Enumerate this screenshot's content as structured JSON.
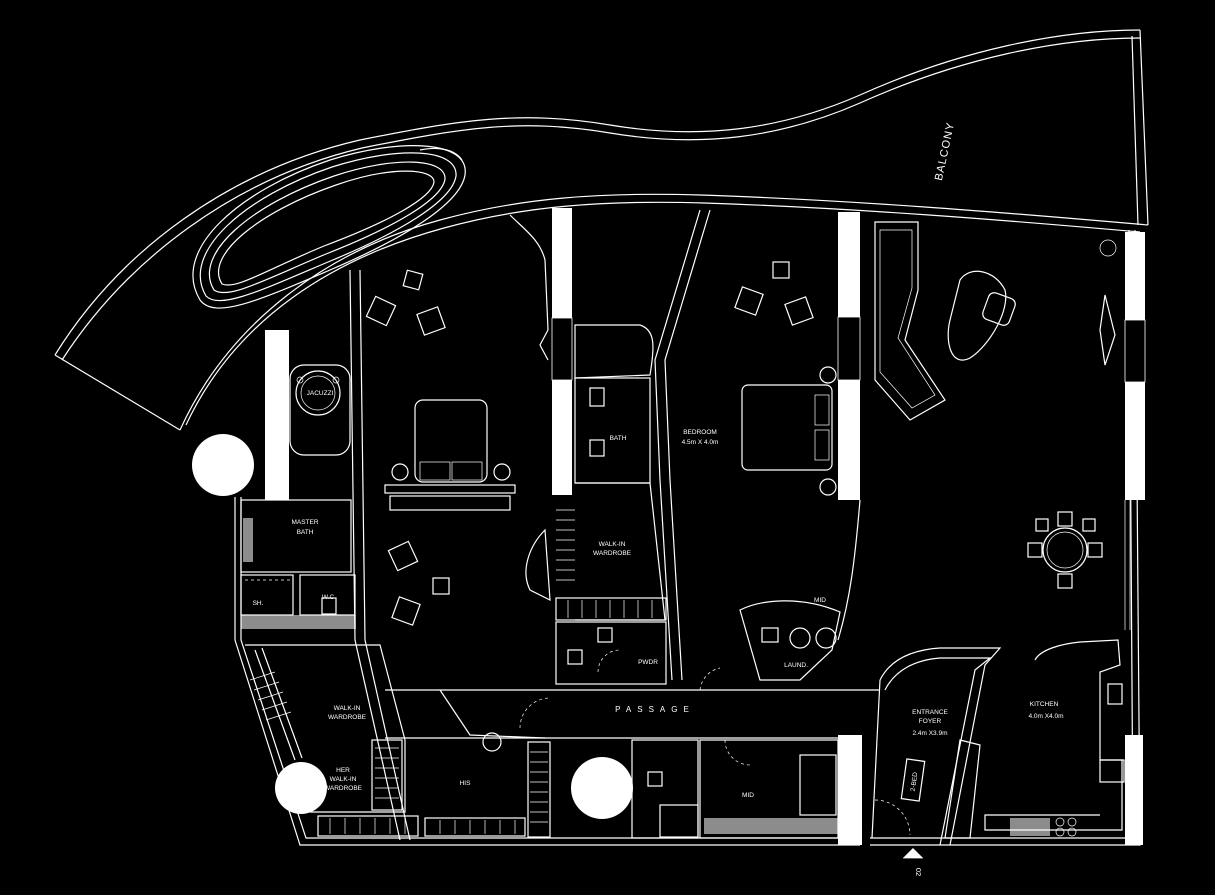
{
  "labels": {
    "balcony": "BALCONY",
    "jacuzzi": "JACUZZI",
    "master_bath_1": "MASTER",
    "master_bath_2": "BATH",
    "shower": "SH.",
    "wc": "W.C",
    "walkin_wardrobe_1": "WALK-IN",
    "walkin_wardrobe_2": "WARDROBE",
    "her_wardrobe_1": "HER",
    "her_wardrobe_2": "WALK-IN",
    "her_wardrobe_3": "WARDROBE",
    "his": "HIS",
    "bath": "BATH",
    "wardrobe2_1": "WALK-IN",
    "wardrobe2_2": "WARDROBE",
    "pwdr": "PWDR",
    "bedroom": "BEDROOM",
    "bedroom_size": "4.5m X 4.0m",
    "mid_top": "MID",
    "laund": "LAUND.",
    "passage": "PASSAGE",
    "entrance_1": "ENTRANCE",
    "entrance_2": "FOYER",
    "entrance_size": "2.4m X3.9m",
    "two_bed": "2-BED",
    "kitchen": "KITCHEN",
    "kitchen_size": "4.0m X4.0m",
    "mid_bottom": "MID",
    "entry_marker": "02"
  }
}
